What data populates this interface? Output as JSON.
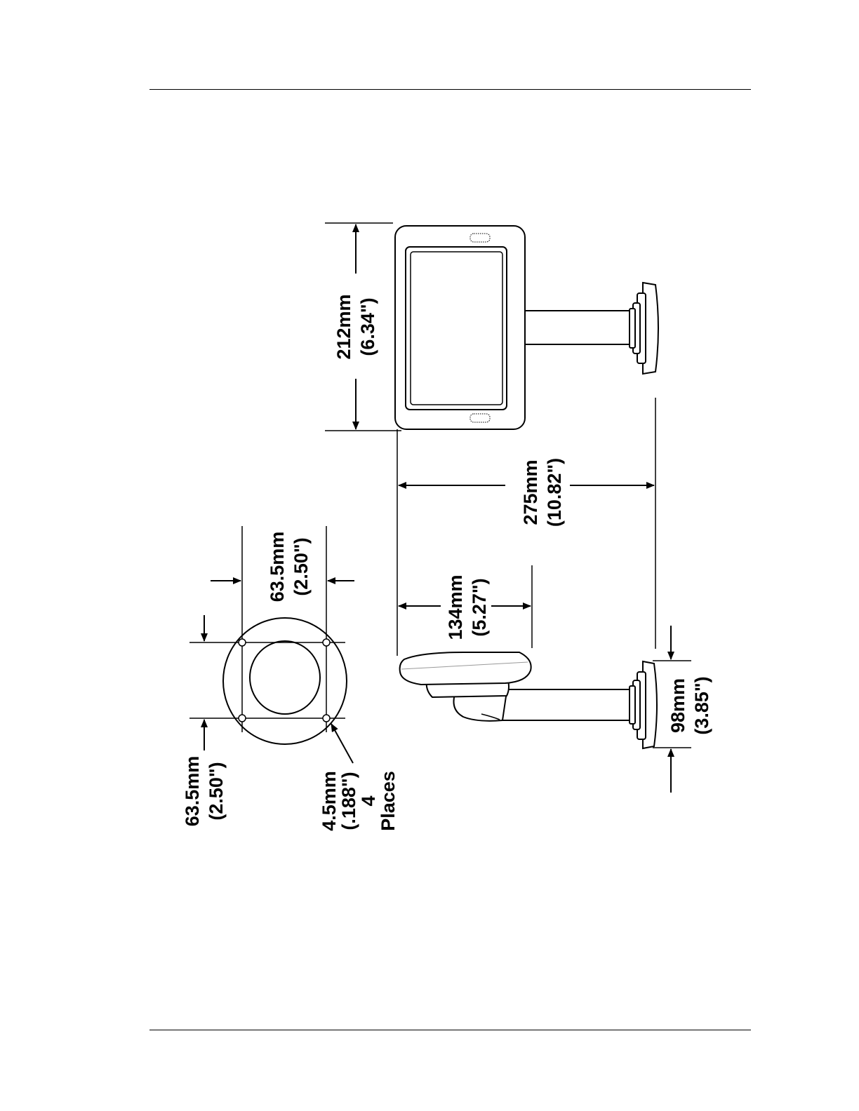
{
  "dimensions": {
    "height": {
      "mm": "212mm",
      "in": "(6.34\")"
    },
    "depth": {
      "mm": "275mm",
      "in": "(10.82\")"
    },
    "display_depth": {
      "mm": "134mm",
      "in": "(5.27\")"
    },
    "base": {
      "mm": "98mm",
      "in": "(3.85\")"
    },
    "hole_spacing_vertical": {
      "mm": "63.5mm",
      "in": "(2.50\")"
    },
    "hole_spacing_horizontal": {
      "mm": "63.5mm",
      "in": "(2.50\")"
    },
    "holes": {
      "mm": "4.5mm",
      "in": "(.188\")",
      "count": "4",
      "label": "Places"
    }
  }
}
